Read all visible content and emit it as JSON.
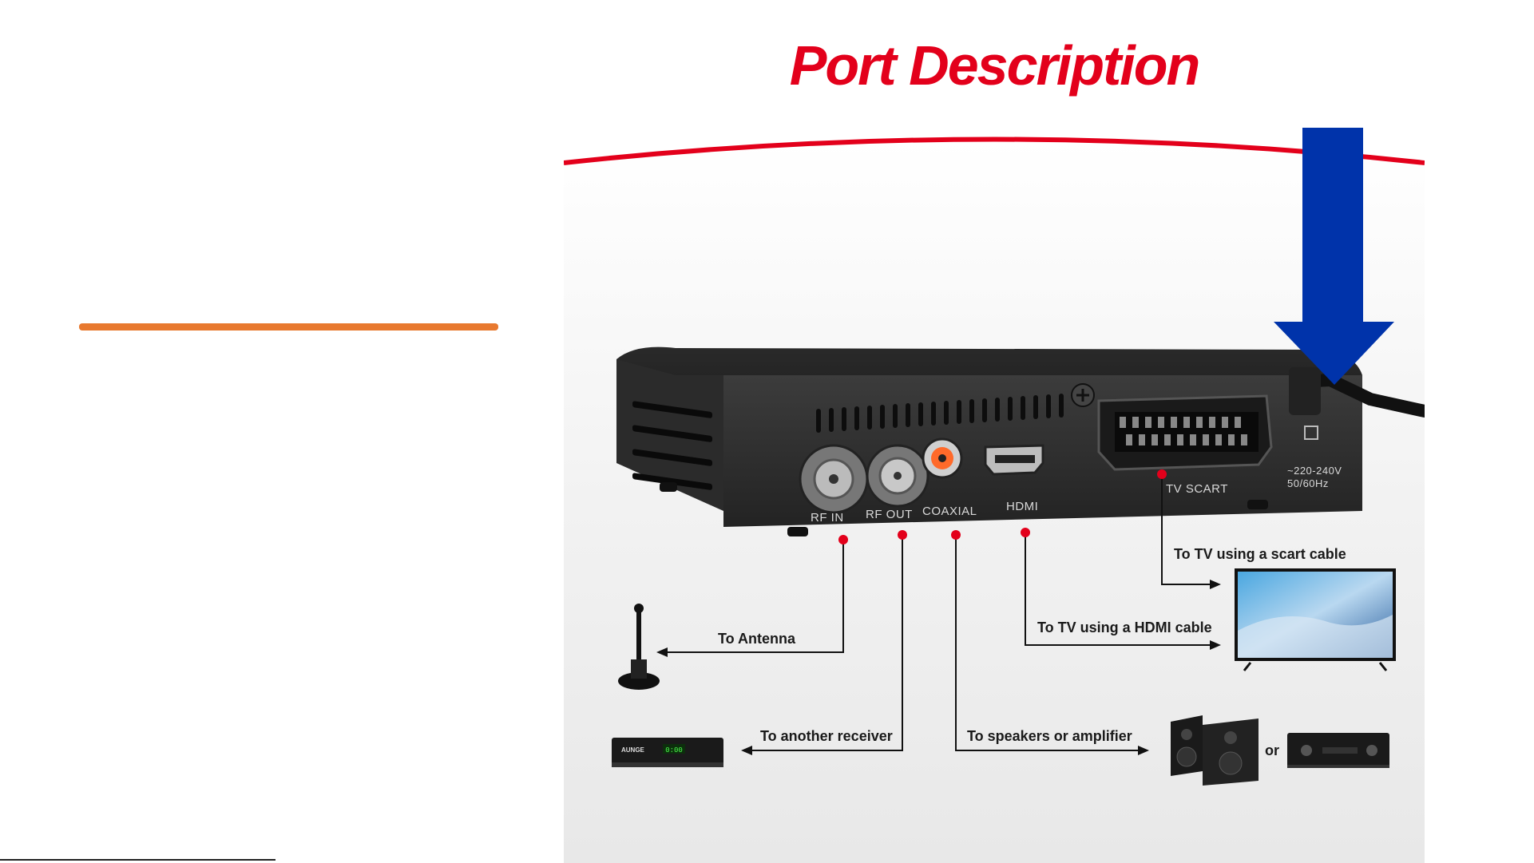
{
  "title": "Port Description",
  "ports": {
    "rf_in": "RF IN",
    "rf_out": "RF OUT",
    "coaxial": "COAXIAL",
    "hdmi": "HDMI",
    "tv_scart": "TV SCART",
    "power": "~220-240V",
    "power_freq": "50/60Hz"
  },
  "callouts": {
    "antenna": "To Antenna",
    "receiver": "To another receiver",
    "speakers": "To speakers or amplifier",
    "hdmi_tv": "To TV using a HDMI cable",
    "scart_tv": "To TV using a scart cable",
    "or": "or"
  },
  "receiver_brand": "AUNGE",
  "receiver_display": "0:00",
  "colors": {
    "title": "#e3001b",
    "accent_line": "#e8792f",
    "arrow": "#0033aa",
    "marker": "#e3001b"
  }
}
